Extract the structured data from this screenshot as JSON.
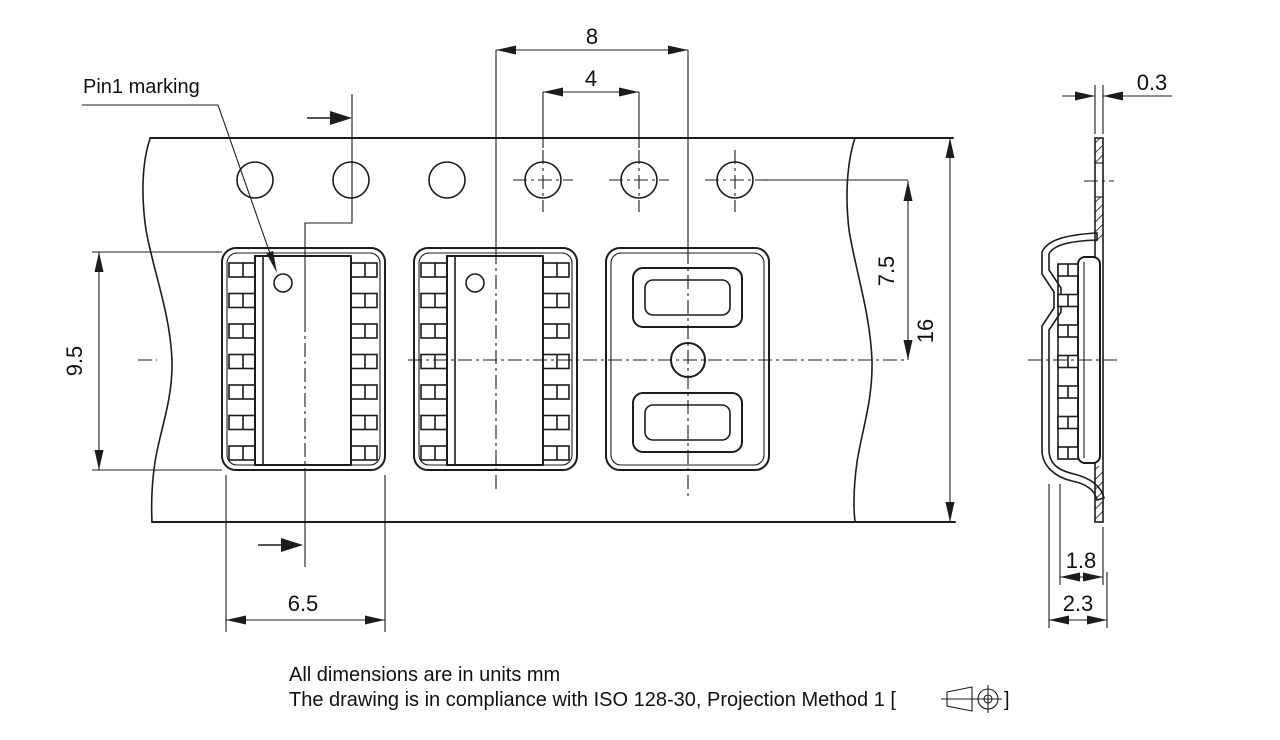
{
  "drawing": {
    "pin1_label": "Pin1 marking",
    "dimensions": {
      "pocket_pitch": "8",
      "hole_pitch": "4",
      "pocket_length": "9.5",
      "hole_to_pocket_center": "7.5",
      "tape_width": "16",
      "pocket_width": "6.5",
      "tape_thickness": "0.3",
      "pocket_inner_depth": "1.8",
      "pocket_total_depth": "2.3"
    },
    "notes": {
      "line1": "All dimensions are in units mm",
      "line2_prefix": "The drawing is in compliance with ISO 128-30, Projection Method 1 [",
      "line2_suffix": "]"
    }
  }
}
